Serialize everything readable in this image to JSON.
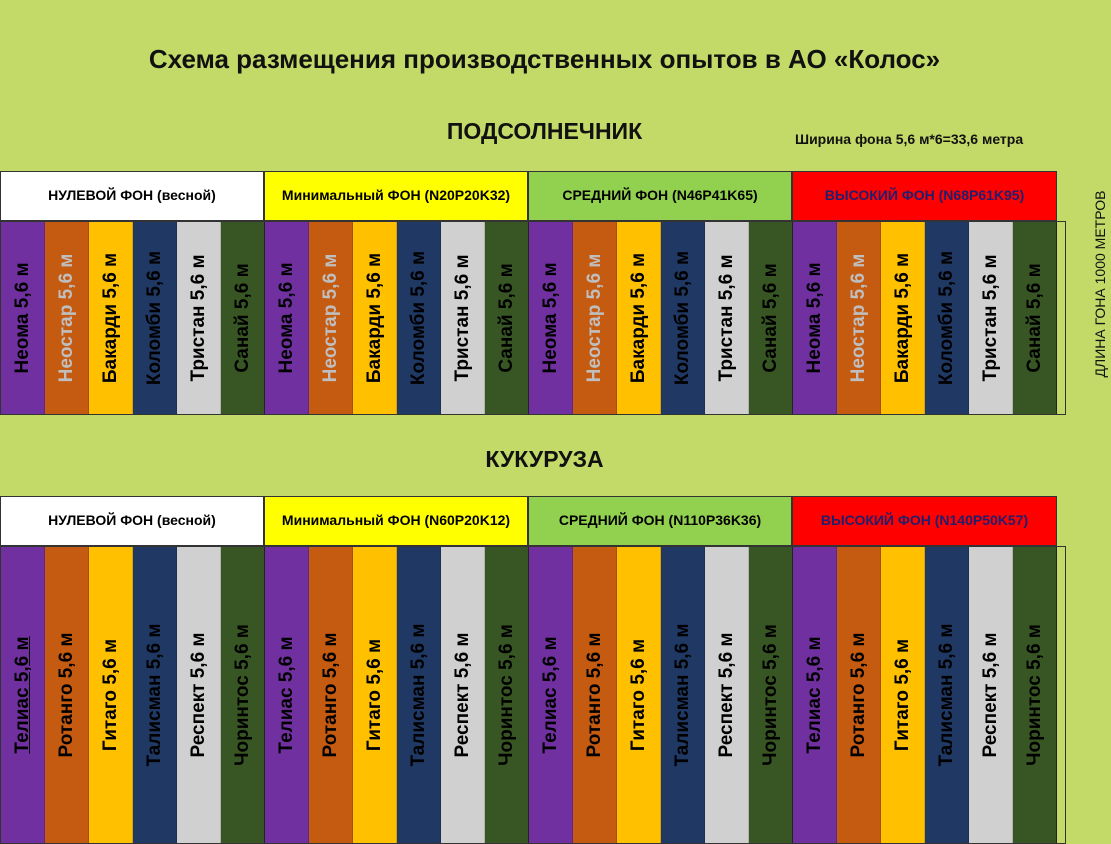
{
  "title": "Схема размещения производственных опытов в АО «Колос»",
  "width_note": "Ширина  фона 5,6 м*6=33,6 метра",
  "length_note": "ДЛИНА ГОНА 1000 МЕТРОВ",
  "colors": {
    "background": "#c3d968",
    "purple": "#7030a0",
    "orange": "#c55a11",
    "gold": "#ffc000",
    "navy": "#1f3864",
    "gray": "#d0d0d0",
    "green": "#375623",
    "white_bg": "#ffffff",
    "yellow_bg": "#ffff00",
    "green_bg": "#92d050",
    "red_bg": "#ff0000"
  },
  "sunflower": {
    "title": "ПОДСОЛНЕЧНИК",
    "backgrounds": [
      {
        "label": "НУЛЕВОЙ ФОН (весной)",
        "color": "#ffffff",
        "text_color": "#000000"
      },
      {
        "label": "Минимальный ФОН (N20P20K32)",
        "color": "#ffff00",
        "text_color": "#000000"
      },
      {
        "label": "СРЕДНИЙ ФОН (N46P41K65)",
        "color": "#92d050",
        "text_color": "#000000"
      },
      {
        "label": "ВЫСОКИЙ ФОН (N68P61K95)",
        "color": "#ff0000",
        "text_color": "#1f1f6e"
      }
    ],
    "varieties": [
      {
        "label": "Неома 5,6 м",
        "color": "#7030a0",
        "text_color": "#000000"
      },
      {
        "label": "Неостар 5,6 м",
        "color": "#c55a11",
        "text_color": "#bfbfbf"
      },
      {
        "label": "Бакарди 5,6 м",
        "color": "#ffc000",
        "text_color": "#000000"
      },
      {
        "label": "Коломби 5,6 м",
        "color": "#1f3864",
        "text_color": "#000000"
      },
      {
        "label": "Тристан 5,6 м",
        "color": "#d0d0d0",
        "text_color": "#000000"
      },
      {
        "label": "Санай 5,6 м",
        "color": "#375623",
        "text_color": "#000000"
      }
    ]
  },
  "corn": {
    "title": "КУКУРУЗА",
    "backgrounds": [
      {
        "label": "НУЛЕВОЙ ФОН (весной)",
        "color": "#ffffff",
        "text_color": "#000000"
      },
      {
        "label": "Минимальный ФОН (N60P20K12)",
        "color": "#ffff00",
        "text_color": "#000000"
      },
      {
        "label": "СРЕДНИЙ ФОН (N110P36K36)",
        "color": "#92d050",
        "text_color": "#000000"
      },
      {
        "label": "ВЫСОКИЙ ФОН (N140P50K57)",
        "color": "#ff0000",
        "text_color": "#1f1f6e"
      }
    ],
    "varieties": [
      {
        "label": "Телиас 5,6 м",
        "color": "#7030a0",
        "text_color": "#000000"
      },
      {
        "label": "Ротанго 5,6 м",
        "color": "#c55a11",
        "text_color": "#000000"
      },
      {
        "label": "Гитаго 5,6 м",
        "color": "#ffc000",
        "text_color": "#000000"
      },
      {
        "label": "Талисман 5,6 м",
        "color": "#1f3864",
        "text_color": "#000000"
      },
      {
        "label": "Респект 5,6 м",
        "color": "#d0d0d0",
        "text_color": "#000000"
      },
      {
        "label": "Чоринтос 5,6 м",
        "color": "#375623",
        "text_color": "#000000"
      }
    ]
  }
}
